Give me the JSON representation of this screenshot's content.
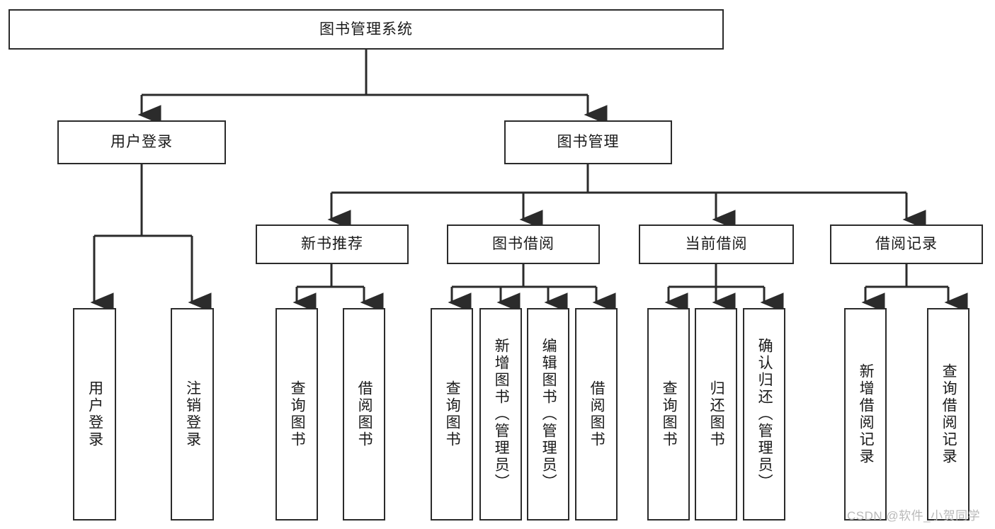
{
  "diagram": {
    "type": "tree-flowchart",
    "title": "图书管理系统",
    "root": {
      "label": "图书管理系统"
    },
    "level2": {
      "user_login": {
        "label": "用户登录"
      },
      "book_manage": {
        "label": "图书管理"
      }
    },
    "level3": {
      "new_book_rec": {
        "label": "新书推荐"
      },
      "book_borrow": {
        "label": "图书借阅"
      },
      "current_borrow": {
        "label": "当前借阅"
      },
      "borrow_record": {
        "label": "借阅记录"
      }
    },
    "leaves": {
      "user_login": [
        {
          "label": "用户登录"
        },
        {
          "label": "注销登录"
        }
      ],
      "new_book_rec": [
        {
          "label": "查询图书"
        },
        {
          "label": "借阅图书"
        }
      ],
      "book_borrow": [
        {
          "label": "查询图书"
        },
        {
          "label": "新增图书（管理员）"
        },
        {
          "label": "编辑图书（管理员）"
        },
        {
          "label": "借阅图书"
        }
      ],
      "current_borrow": [
        {
          "label": "查询图书"
        },
        {
          "label": "归还图书"
        },
        {
          "label": "确认归还（管理员）"
        }
      ],
      "borrow_record": [
        {
          "label": "新增借阅记录"
        },
        {
          "label": "查询借阅记录"
        }
      ]
    }
  },
  "watermark": {
    "text": "CSDN @软件_小贺同学"
  },
  "colors": {
    "stroke": "#2b2b2b",
    "fill": "#ffffff",
    "text": "#1a1a1a",
    "watermark": "#b9b9b9"
  }
}
